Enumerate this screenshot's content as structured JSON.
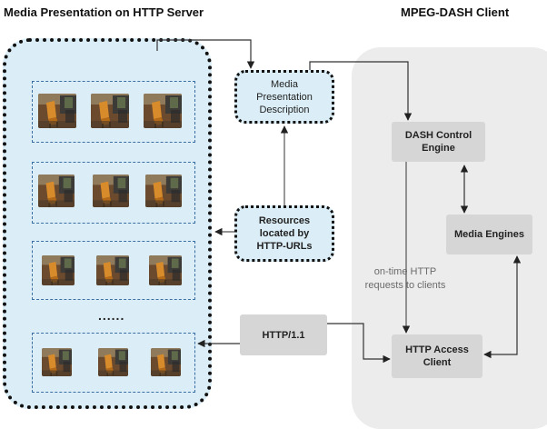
{
  "headings": {
    "server": "Media Presentation on HTTP Server",
    "client": "MPEG-DASH Client"
  },
  "nodes": {
    "mpd": "Media Presentation Description",
    "resources": "Resources located by HTTP-URLs",
    "dash_control": "DASH Control Engine",
    "media_engines": "Media Engines",
    "http_access": "HTTP Access Client",
    "http_version": "HTTP/1.1"
  },
  "labels": {
    "ontime_requests": "on-time HTTP requests to clients",
    "ellipsis": "......"
  },
  "colors": {
    "server_bg": "#dbeef7",
    "client_bg": "#ececec",
    "node_gray": "#d6d6d6",
    "segment_border": "#3b6fa3"
  }
}
